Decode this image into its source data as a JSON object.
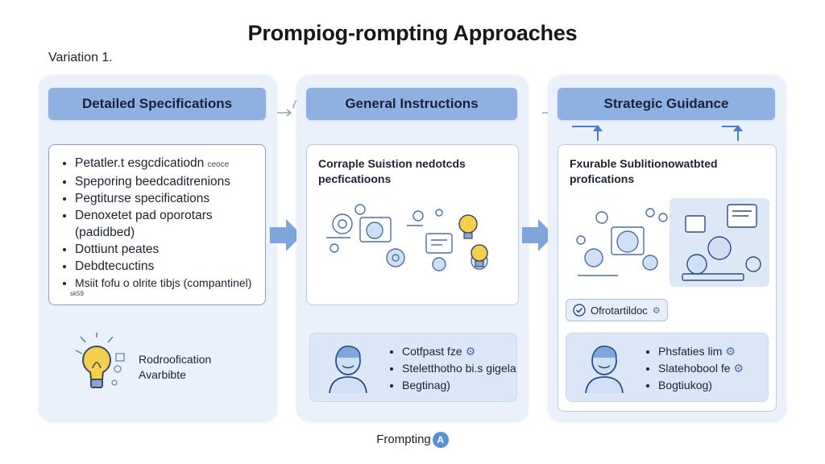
{
  "title": "Prompiog-rompting Approaches",
  "variation": "Variation 1.",
  "columns": [
    {
      "header": "Detailed Specifications",
      "items": [
        "Petatler.t esgcdicatiodn",
        "Speporing beedcaditrenions",
        "Pegtiturse specifications",
        "Denoxetet pad oporotars (padidbed)",
        "Dottiunt peates",
        "Debdtecuctins",
        "Msiit fofu o olrite tibjs (compantinel)"
      ],
      "item_small_suffix": "ceoce",
      "footnote_tiny": "sk59",
      "bulb_label": "Rodroofication Avarbibte"
    },
    {
      "header": "General Instructions",
      "card_text": "Corraple Suistion nedotcds pecficatioons",
      "person_items": [
        "Cotfpast fze",
        "Steletthotho bi.s gigela",
        "Begtinag)"
      ]
    },
    {
      "header": "Strategic Guidance",
      "card_text": "Fxurable Sublitionowatbted profications",
      "badge_label": "Ofrotartildoc",
      "person_items": [
        "Phsfaties lim",
        "Slatehobool fe",
        "Bogtiukog)"
      ]
    }
  ],
  "footer": {
    "text": "Frompting",
    "badge": "A"
  },
  "colors": {
    "column_bg": "#eaf1fb",
    "header_bg": "#8fb1e2",
    "accent": "#5b8fd6",
    "arrow": "#7ea5dc"
  },
  "icons": [
    "lightbulb-icon",
    "arrow-right-icon",
    "person-avatar-icon",
    "gear-icon",
    "check-shield-icon"
  ]
}
